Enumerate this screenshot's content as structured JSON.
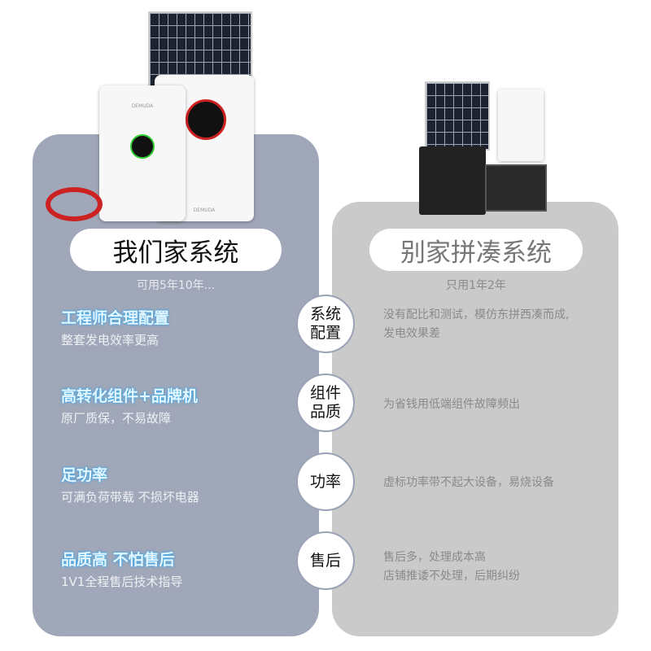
{
  "left": {
    "title": "我们家系统",
    "subtitle": "可用5年10年...",
    "brand": "DEMUDA",
    "items": [
      {
        "heading": "工程师合理配置",
        "desc": "整套发电效率更高"
      },
      {
        "heading": "高转化组件+品牌机",
        "desc": "原厂质保，不易故障"
      },
      {
        "heading": "足功率",
        "desc": "可满负荷带载 不损坏电器"
      },
      {
        "heading": "品质高 不怕售后",
        "desc": "1V1全程售后技术指导"
      }
    ]
  },
  "categories": [
    {
      "line1": "系统",
      "line2": "配置"
    },
    {
      "line1": "组件",
      "line2": "品质"
    },
    {
      "line1": "功率",
      "line2": ""
    },
    {
      "line1": "售后",
      "line2": ""
    }
  ],
  "right": {
    "title": "别家拼凑系统",
    "subtitle": "只用1年2年",
    "items": [
      {
        "line1": "没有配比和测试，模仿东拼西凑而成,",
        "line2": "发电效果差"
      },
      {
        "line1": "为省钱用低端组件故障频出",
        "line2": ""
      },
      {
        "line1": "虚标功率带不起大设备，易烧设备",
        "line2": ""
      },
      {
        "line1": "售后多，处理成本高",
        "line2": "店铺推诿不处理，后期纠纷"
      }
    ]
  },
  "colors": {
    "left_panel": "#a0a7b8",
    "right_panel": "#cacaca"
  }
}
